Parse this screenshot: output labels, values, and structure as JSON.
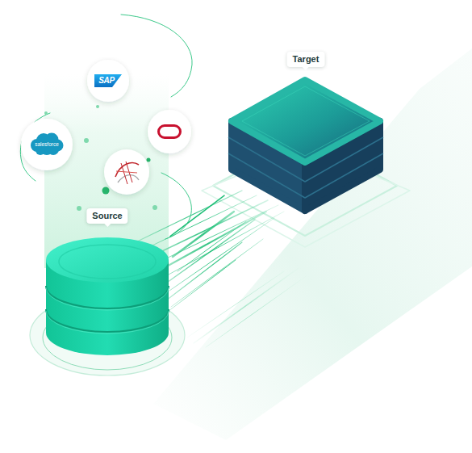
{
  "diagram": {
    "nodes": [
      {
        "text": [
          "SAP"
        ]
      },
      {
        "text": [
          "Target"
        ]
      },
      {
        "text": [
          "salesforce"
        ]
      },
      {
        "text": [
          "Source"
        ]
      }
    ],
    "edges": [
      {
        "from": 3,
        "to": 1,
        "arrow": "none"
      }
    ]
  }
}
